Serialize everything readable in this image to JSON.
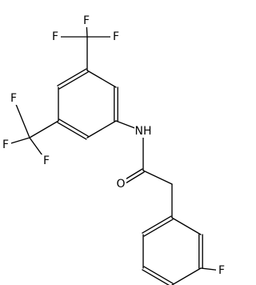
{
  "molecule": {
    "atoms": [
      {
        "id": "f1",
        "label": "F"
      },
      {
        "id": "f2",
        "label": "F"
      },
      {
        "id": "f3",
        "label": "F"
      },
      {
        "id": "f4",
        "label": "F"
      },
      {
        "id": "f5",
        "label": "F"
      },
      {
        "id": "f6",
        "label": "F"
      },
      {
        "id": "n1",
        "label": "NH"
      },
      {
        "id": "o1",
        "label": "O"
      },
      {
        "id": "f7",
        "label": "F"
      }
    ]
  }
}
